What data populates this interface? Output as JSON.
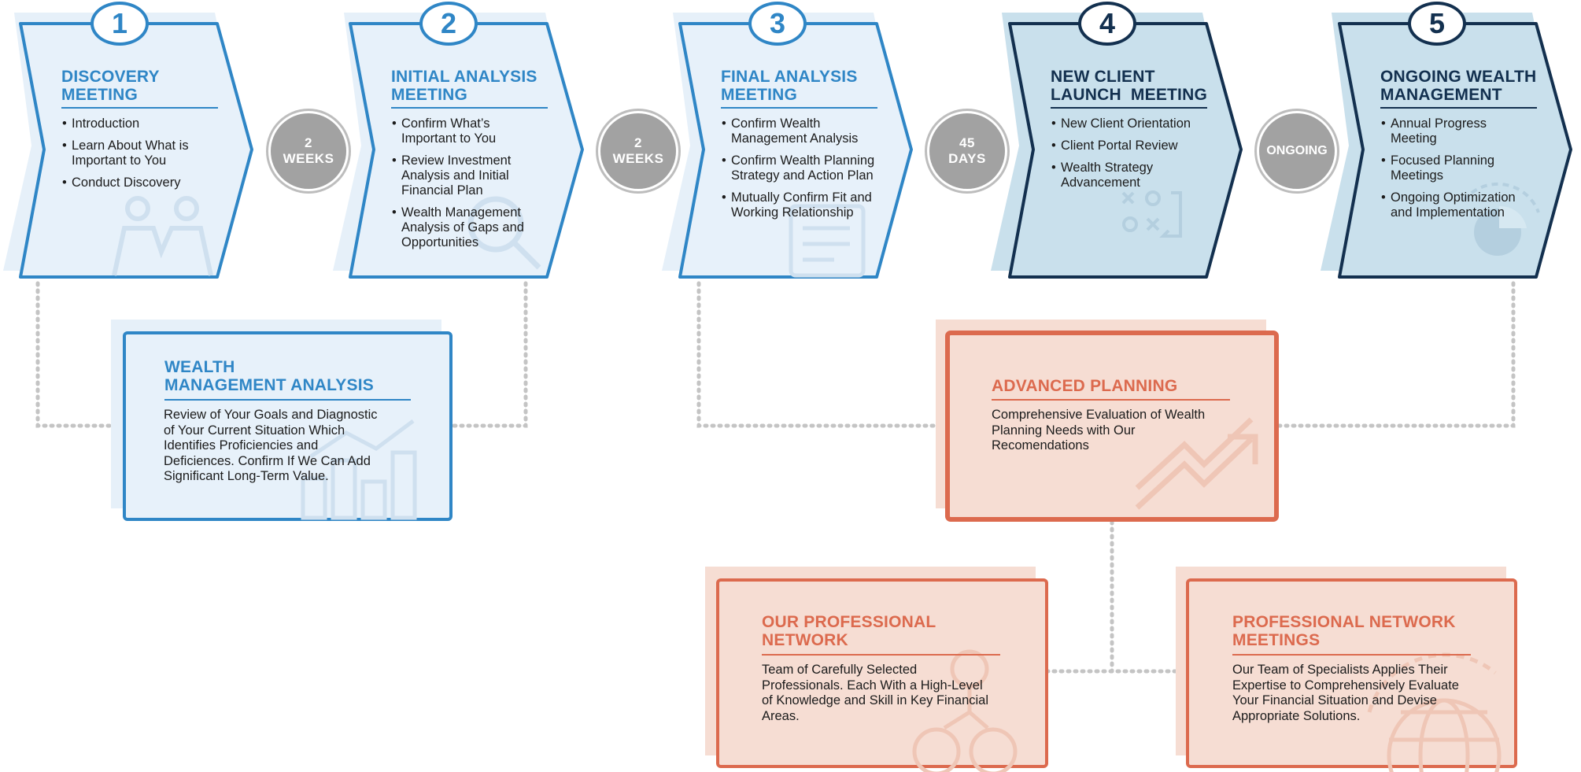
{
  "colors": {
    "light_blue": "#2f86c6",
    "navy": "#13304f",
    "light_fill": "#e7f1fa",
    "dark_fill": "#c9e0ec",
    "coral": "#dc6a4e",
    "coral_fill": "#f6ddd3",
    "gray": "#a2a2a2"
  },
  "steps": [
    {
      "number": "1",
      "title": "DISCOVERY\nMEETING",
      "icon": "handshake-icon",
      "items": [
        "Introduction",
        "Learn About What is Important to You",
        "Conduct Discovery"
      ]
    },
    {
      "number": "2",
      "title": "INITIAL ANALYSIS\nMEETING",
      "icon": "magnifier-icon",
      "items": [
        "Confirm What’s Important to You",
        "Review Investment Analysis and Initial Financial Plan",
        "Wealth Management Analysis of Gaps and Opportunities"
      ]
    },
    {
      "number": "3",
      "title": "FINAL ANALYSIS\nMEETING",
      "icon": "checklist-icon",
      "items": [
        "Confirm Wealth Management Analysis",
        "Confirm Wealth Planning Strategy and Action Plan",
        "Mutually Confirm Fit and Working Relationship"
      ]
    },
    {
      "number": "4",
      "title": "NEW CLIENT\nLAUNCH  MEETING",
      "icon": "strategy-board-icon",
      "items": [
        "New Client Orientation",
        "Client Portal Review",
        "Wealth Strategy Advancement"
      ]
    },
    {
      "number": "5",
      "title": "ONGOING WEALTH\nMANAGEMENT",
      "icon": "pie-chart-icon",
      "items": [
        "Annual Progress Meeting",
        "Focused Planning Meetings",
        "Ongoing Optimization and Implementation"
      ]
    }
  ],
  "timers": [
    {
      "label": "2\nWEEKS"
    },
    {
      "label": "2\nWEEKS"
    },
    {
      "label": "45\nDAYS"
    },
    {
      "label": "ONGOING"
    }
  ],
  "wealth_analysis": {
    "title": "WEALTH\nMANAGEMENT ANALYSIS",
    "description": "Review of Your Goals and Diagnostic of Your Current Situation Which Identifies Proficiencies and Deficiences. Confirm If We Can Add Significant Long-Term Value.",
    "icon": "bar-chart-icon"
  },
  "advanced_planning": {
    "title": "ADVANCED PLANNING",
    "description": "Comprehensive Evaluation of Wealth Planning Needs with Our Recomendations",
    "icon": "trend-up-icon"
  },
  "professional_network": {
    "title": "OUR PROFESSIONAL\nNETWORK",
    "description": "Team of Carefully Selected Professionals. Each With a High-Level of Knowledge and Skill in Key Financial Areas.",
    "icon": "network-people-icon"
  },
  "network_meetings": {
    "title": "PROFESSIONAL NETWORK\nMEETINGS",
    "description": "Our Team of Specialists Applies Their Expertise to Comprehensively Evaluate Your Financial Situation and Devise Appropriate Solutions.",
    "icon": "globe-icon"
  }
}
